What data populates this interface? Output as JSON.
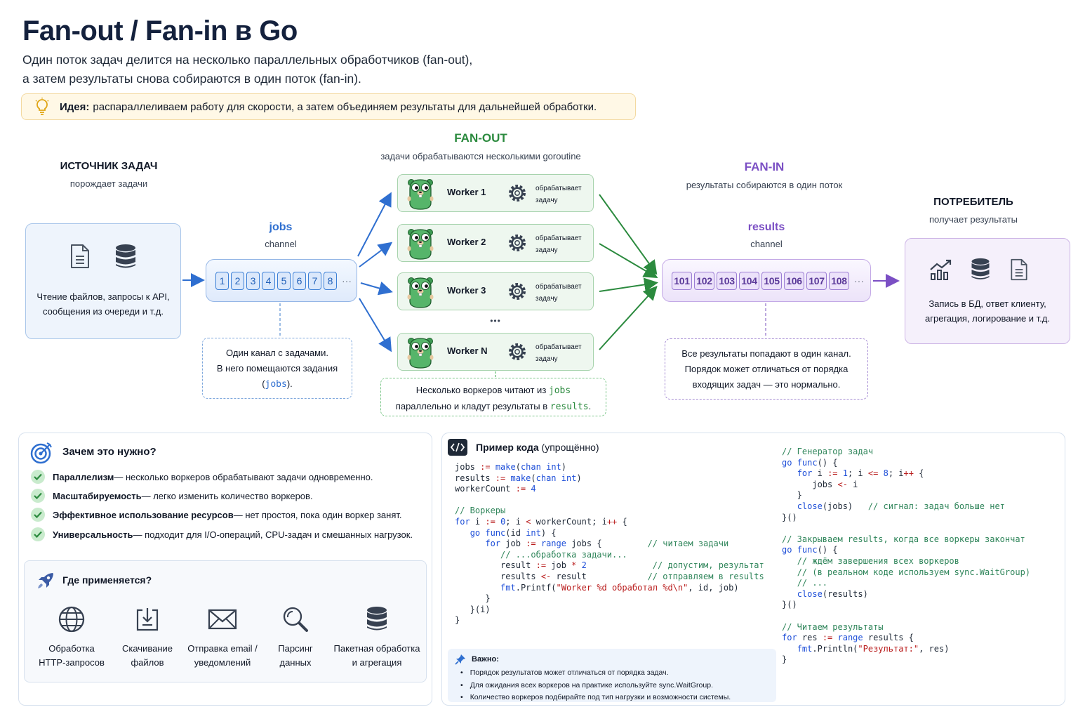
{
  "header": {
    "title": "Fan-out / Fan-in в Go",
    "subtitle_line1": "Один поток задач делится на несколько параллельных обработчиков (fan-out),",
    "subtitle_line2": "а затем результаты снова собираются в один поток (fan-in).",
    "idea_label": "Идея:",
    "idea_text": "распараллеливаем работу для скорости, а затем объединяем результаты для дальнейшей обработки."
  },
  "diagram": {
    "source": {
      "title": "ИСТОЧНИК ЗАДАЧ",
      "subtitle": "порождает задачи",
      "text_line1": "Чтение файлов, запросы к API,",
      "text_line2": "сообщения из очереди и т.д."
    },
    "jobs": {
      "title": "jobs",
      "subtitle": "channel",
      "items": [
        "1",
        "2",
        "3",
        "4",
        "5",
        "6",
        "7",
        "8"
      ],
      "ellipsis": "···"
    },
    "jobs_note": {
      "line1": "Один канал с задачами.",
      "line2": "В него помещаются задания",
      "line3_pre": "(",
      "line3_code": "jobs",
      "line3_post": ")."
    },
    "fanout": {
      "title": "FAN-OUT",
      "subtitle": "задачи обрабатываются несколькими goroutine"
    },
    "workers": [
      {
        "name": "Worker 1",
        "desc1": "обрабатывает",
        "desc2": "задачу"
      },
      {
        "name": "Worker 2",
        "desc1": "обрабатывает",
        "desc2": "задачу"
      },
      {
        "name": "Worker 3",
        "desc1": "обрабатывает",
        "desc2": "задачу"
      },
      {
        "name": "Worker N",
        "desc1": "обрабатывает",
        "desc2": "задачу"
      }
    ],
    "workers_ellipsis": "•••",
    "workers_note": {
      "line1_pre": "Несколько воркеров читают из ",
      "line1_code": "jobs",
      "line2_pre": "параллельно и кладут результаты в ",
      "line2_code": "results",
      "line2_post": "."
    },
    "fanin": {
      "title": "FAN-IN",
      "subtitle": "результаты собираются в один поток"
    },
    "results": {
      "title": "results",
      "subtitle": "channel",
      "items": [
        "101",
        "102",
        "103",
        "104",
        "105",
        "106",
        "107",
        "108"
      ],
      "ellipsis": "···"
    },
    "results_note": {
      "line1": "Все результаты попадают в один канал.",
      "line2": "Порядок может отличаться от порядка",
      "line3": "входящих задач — это нормально."
    },
    "consumer": {
      "title": "ПОТРЕБИТЕЛЬ",
      "subtitle": "получает результаты",
      "text_line1": "Запись в БД, ответ клиенту,",
      "text_line2": "агрегация, логирование и т.д."
    },
    "colors": {
      "blue": "#2f6fd0",
      "green": "#2b8a3e",
      "purple": "#7b4fc4"
    }
  },
  "why": {
    "title": "Зачем это нужно?",
    "items": [
      {
        "bold": "Параллелизм",
        "text": " — несколько воркеров обрабатывают задачи одновременно."
      },
      {
        "bold": "Масштабируемость",
        "text": " — легко изменить количество воркеров."
      },
      {
        "bold": "Эффективное использование ресурсов",
        "text": " — нет простоя, пока один воркер занят."
      },
      {
        "bold": "Универсальность",
        "text": " — подходит для I/O-операций, CPU-задач и смешанных нагрузок."
      }
    ]
  },
  "where": {
    "title": "Где применяется?",
    "items": [
      {
        "icon": "globe-icon",
        "line1": "Обработка",
        "line2": "HTTP-запросов"
      },
      {
        "icon": "download-icon",
        "line1": "Скачивание",
        "line2": "файлов"
      },
      {
        "icon": "envelope-icon",
        "line1": "Отправка email /",
        "line2": "уведомлений"
      },
      {
        "icon": "magnifier-icon",
        "line1": "Парсинг",
        "line2": "данных"
      },
      {
        "icon": "database-icon",
        "line1": "Пакетная обработка",
        "line2": "и агрегация"
      }
    ]
  },
  "code": {
    "title": "Пример кода",
    "title_suffix": " (упрощённо)",
    "important_title": "Важно:",
    "important_items": [
      "Порядок результатов может отличаться от порядка задач.",
      "Для ожидания всех воркеров на практике используйте sync.WaitGroup.",
      "Количество воркеров подбирайте под тип нагрузки и возможности системы."
    ]
  }
}
